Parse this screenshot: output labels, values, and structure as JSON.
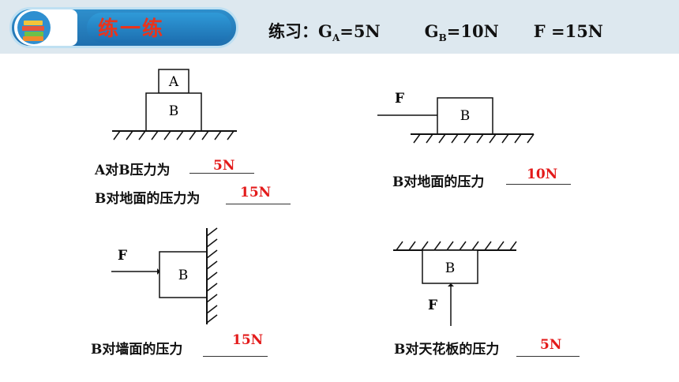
{
  "header": {
    "title": "练一练",
    "exercise_prefix": "练习：",
    "ga_letter": "G",
    "ga_sub": "A",
    "ga_value": "=5N",
    "gb_letter": "G",
    "gb_sub": "B",
    "gb_value": "=10N",
    "f_value": "F =15N"
  },
  "diagrams": {
    "d1": {
      "top_block": "A",
      "bottom_block": "B"
    },
    "d2": {
      "force": "F",
      "block": "B"
    },
    "d3": {
      "force": "F",
      "block": "B"
    },
    "d4": {
      "force": "F",
      "block": "B"
    }
  },
  "questions": {
    "q1": {
      "label": "A对B压力为",
      "answer": "5N"
    },
    "q2": {
      "label": "B对地面的压力为",
      "answer": "15N"
    },
    "q3": {
      "label": "B对地面的压力",
      "answer": "10N"
    },
    "q4": {
      "label": "B对墙面的压力",
      "answer": "15N"
    },
    "q5": {
      "label": "B对天花板的压力",
      "answer": "5N"
    }
  },
  "colors": {
    "header_bg": "#dde8ef",
    "pill_blue": "#1f6fae",
    "title_red": "#e8341c",
    "answer_red": "#e31b1b"
  },
  "icons": [
    "books-icon"
  ]
}
